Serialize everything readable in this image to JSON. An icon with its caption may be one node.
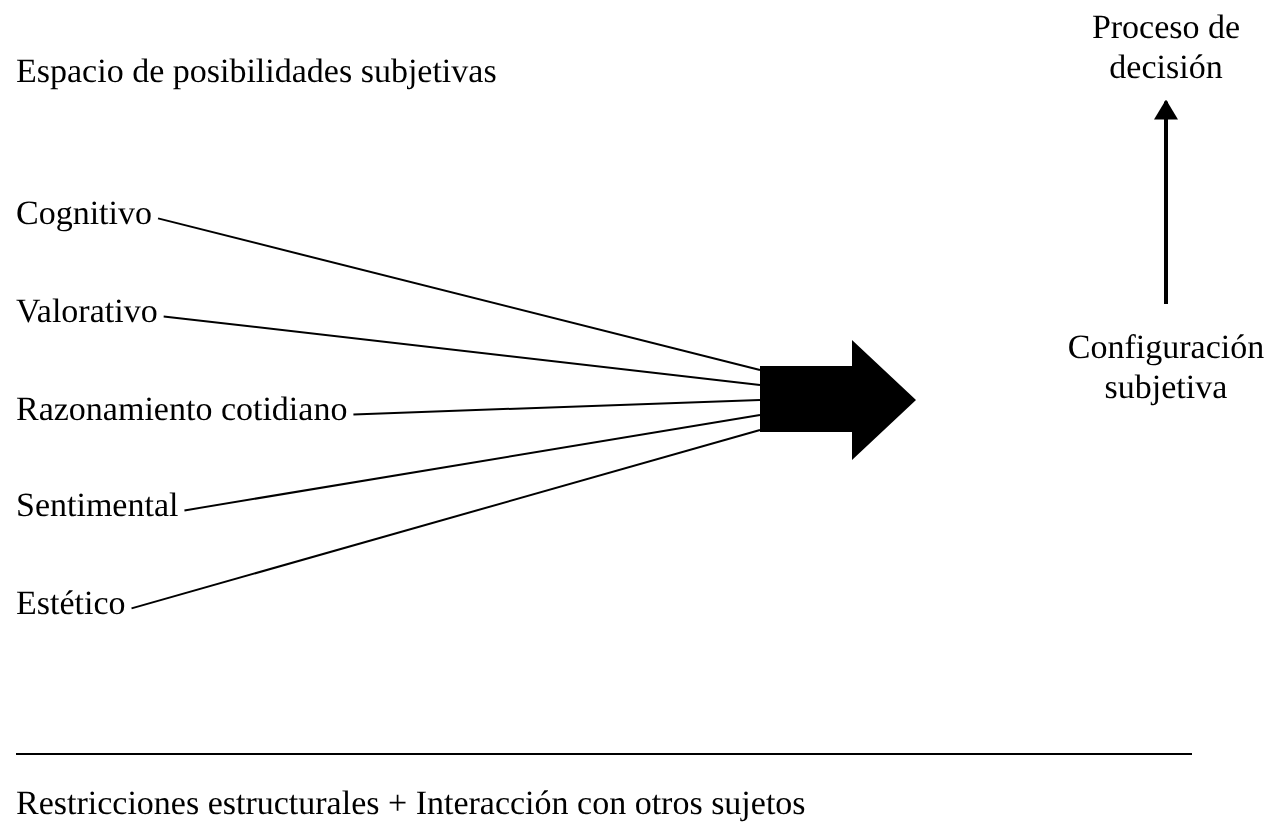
{
  "diagram": {
    "nodes": [
      {
        "text": [
          "Cognitivo"
        ]
      },
      {
        "text": [
          "Valorativo"
        ]
      },
      {
        "text": [
          "Razonamiento cotidiano"
        ]
      },
      {
        "text": [
          "Sentimental"
        ]
      },
      {
        "text": [
          "Estético"
        ]
      },
      {
        "text": [],
        "shape": "arrow"
      },
      {
        "text": [
          "Configuración subjetiva"
        ]
      },
      {
        "text": [
          "Proceso de decisión"
        ]
      }
    ],
    "edges": [
      {
        "from": 0,
        "to": 5,
        "arrow": "none"
      },
      {
        "from": 1,
        "to": 5,
        "arrow": "none"
      },
      {
        "from": 2,
        "to": 5,
        "arrow": "none"
      },
      {
        "from": 3,
        "to": 5,
        "arrow": "none"
      },
      {
        "from": 4,
        "to": 5,
        "arrow": "none"
      },
      {
        "from": 6,
        "to": 7,
        "arrow": "to"
      }
    ],
    "labels": [
      "Espacio de posibilidades subjetivas",
      "Restricciones estructurales + Interacción con otros sujetos"
    ]
  }
}
